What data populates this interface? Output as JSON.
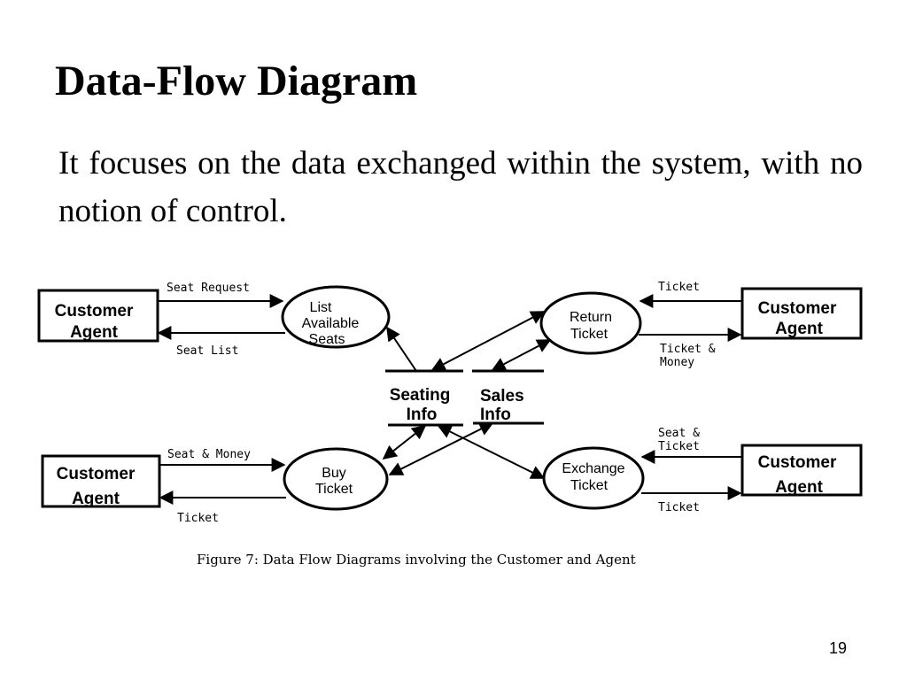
{
  "slide": {
    "title": "Data-Flow Diagram",
    "body": "It focuses on the data exchanged within the system, with no notion of control.",
    "page_number": "19"
  },
  "diagram": {
    "agents": [
      {
        "line1": "Customer",
        "line2": "Agent"
      },
      {
        "line1": "Customer",
        "line2": "Agent"
      },
      {
        "line1": "Customer",
        "line2": "Agent"
      },
      {
        "line1": "Customer",
        "line2": "Agent"
      }
    ],
    "processes": {
      "list_seats": [
        "List",
        "Available",
        "Seats"
      ],
      "return_ticket": [
        "Return",
        "Ticket"
      ],
      "buy_ticket": [
        "Buy",
        "Ticket"
      ],
      "exchange_ticket": [
        "Exchange",
        "Ticket"
      ]
    },
    "stores": {
      "seating_info": [
        "Seating",
        "Info"
      ],
      "sales_info": [
        "Sales",
        "Info"
      ]
    },
    "flows": {
      "seat_request": "Seat Request",
      "seat_list": "Seat List",
      "ticket_in": "Ticket",
      "ticket_money": [
        "Ticket &",
        "Money"
      ],
      "seat_money": "Seat & Money",
      "ticket_out": "Ticket",
      "seat_ticket": [
        "Seat &",
        "Ticket"
      ],
      "ticket_exchange_out": "Ticket"
    },
    "caption": "Figure 7: Data Flow Diagrams involving the Customer and Agent"
  }
}
